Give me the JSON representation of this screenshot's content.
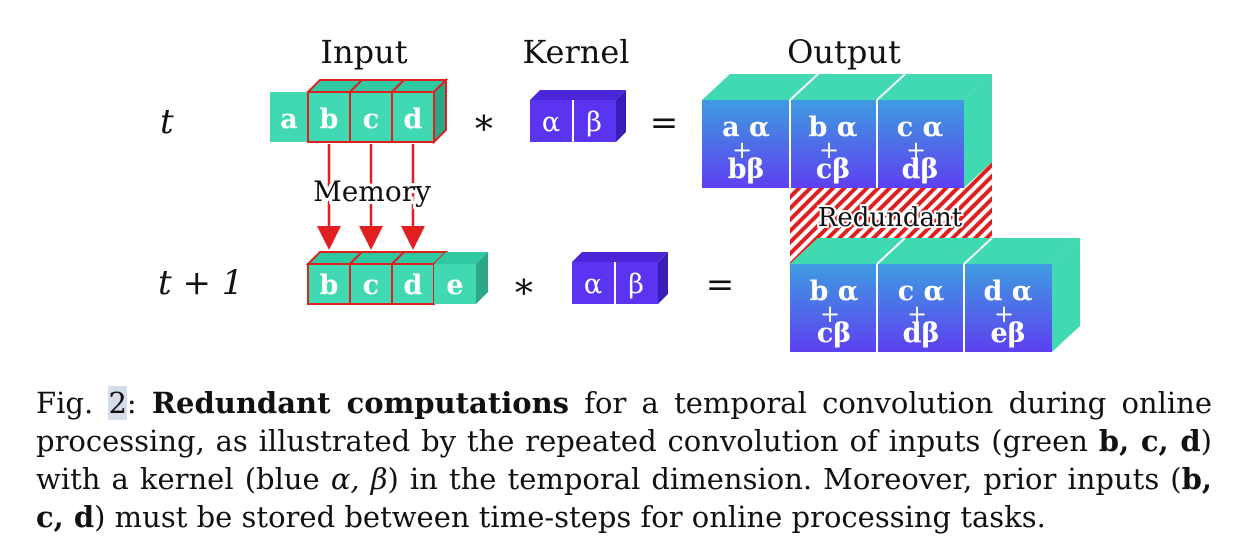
{
  "headers": {
    "input": "Input",
    "kernel": "Kernel",
    "output": "Output"
  },
  "rows": {
    "t": "t",
    "t1": "t + 1"
  },
  "operators": {
    "conv": "∗",
    "equals": "="
  },
  "input_t": [
    "a",
    "b",
    "c",
    "d"
  ],
  "input_t1": [
    "b",
    "c",
    "d",
    "e"
  ],
  "kernel": [
    "α",
    "β"
  ],
  "output_t": [
    {
      "top": "a α",
      "plus": "+",
      "bottom": "bβ"
    },
    {
      "top": "b α",
      "plus": "+",
      "bottom": "cβ"
    },
    {
      "top": "c α",
      "plus": "+",
      "bottom": "dβ"
    }
  ],
  "output_t1": [
    {
      "top": "b α",
      "plus": "+",
      "bottom": "cβ"
    },
    {
      "top": "c α",
      "plus": "+",
      "bottom": "dβ"
    },
    {
      "top": "d α",
      "plus": "+",
      "bottom": "eβ"
    }
  ],
  "labels": {
    "memory": "Memory",
    "redundant": "Redundant"
  },
  "caption": {
    "fig_prefix": "Fig. ",
    "fig_num": "2",
    "colon": ": ",
    "bold_title": "Redundant computations",
    "text1": " for a temporal convolution during online processing, as illustrated by the repeated convolution of inputs (green ",
    "bcd1": "b, c, d",
    "text2": ") with a kernel (blue ",
    "alphabeta": "α, β",
    "text3": ") in the temporal dimension. Moreover, prior inputs (",
    "bcd2": "b, c, d",
    "text4": ") must be stored between time-steps for online processing tasks."
  },
  "colors": {
    "green": "#40d9b2",
    "green_dark": "#2fb391",
    "blue": "#5a34f0",
    "red": "#e02020"
  }
}
